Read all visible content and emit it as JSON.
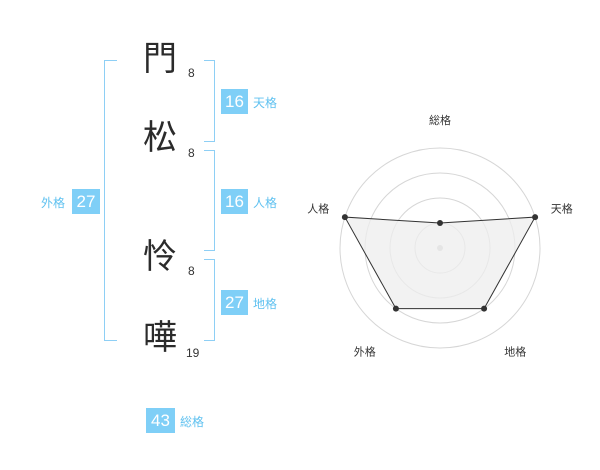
{
  "name": {
    "chars": [
      {
        "char": "門",
        "strokes": "8"
      },
      {
        "char": "松",
        "strokes": "8"
      },
      {
        "char": "怜",
        "strokes": "8"
      },
      {
        "char": "嘩",
        "strokes": "19"
      }
    ]
  },
  "scores": {
    "tenkaku": {
      "value": "16",
      "label": "天格"
    },
    "jinkaku": {
      "value": "16",
      "label": "人格"
    },
    "chikaku": {
      "value": "27",
      "label": "地格"
    },
    "gaikaku": {
      "value": "27",
      "label": "外格"
    },
    "soukaku": {
      "value": "43",
      "label": "総格"
    }
  },
  "chart_data": {
    "type": "radar",
    "axes": [
      "総格",
      "天格",
      "地格",
      "外格",
      "人格"
    ],
    "values": [
      0.25,
      1.0,
      0.75,
      0.75,
      1.0
    ],
    "range": [
      0,
      1
    ],
    "rings": 4,
    "grid": true,
    "colors": {
      "fill": "#eeeeee",
      "stroke": "#333333",
      "grid": "#d6d6d6",
      "center": "#cccccc"
    }
  }
}
